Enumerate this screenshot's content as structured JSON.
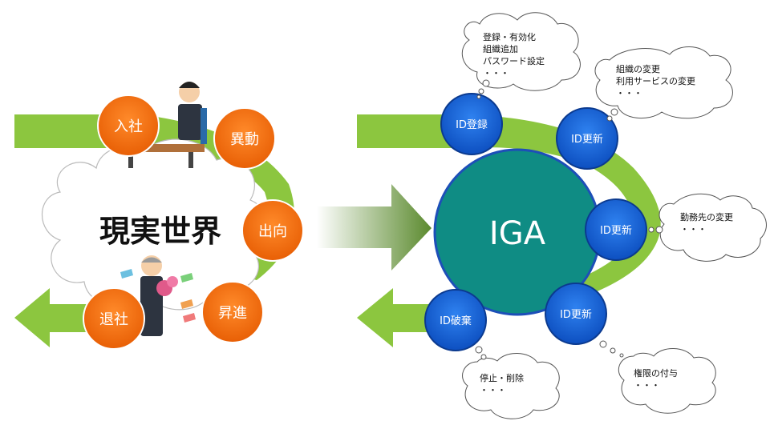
{
  "real_world": {
    "title": "現実世界",
    "events": {
      "join": "入社",
      "transfer": "異動",
      "secondment": "出向",
      "promotion": "昇進",
      "retire": "退社"
    }
  },
  "iga": {
    "center": "IGA",
    "nodes": {
      "register": "ID登録",
      "update_top": "ID更新",
      "update_right": "ID更新",
      "update_bottom": "ID更新",
      "discard": "ID破棄"
    },
    "bubbles": {
      "register": [
        "登録・有効化",
        "組織追加",
        "パスワード設定",
        "・・・"
      ],
      "update_top": [
        "組織の変更",
        "利用サービスの変更",
        "・・・"
      ],
      "update_right": [
        "勤務先の変更",
        "・・・"
      ],
      "update_bottom": [
        "権限の付与",
        "・・・"
      ],
      "discard": [
        "停止・削除",
        "・・・"
      ]
    }
  },
  "colors": {
    "orange": "#f26b0f",
    "blue": "#1565d8",
    "teal": "#0f8c84",
    "green": "#8cc63f",
    "dark_green": "#5b8a2e"
  }
}
